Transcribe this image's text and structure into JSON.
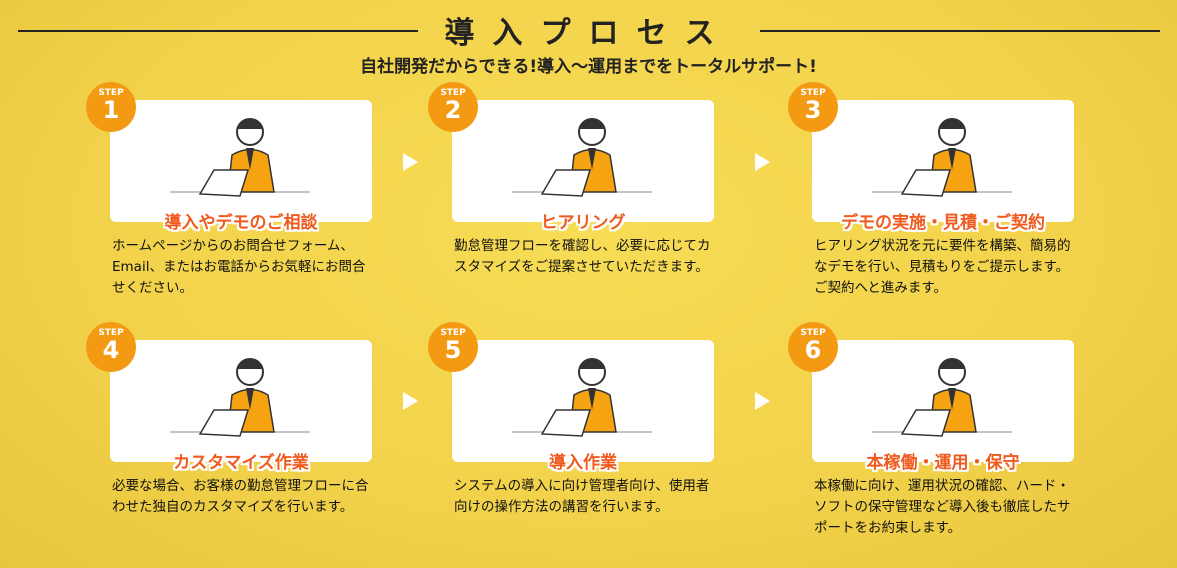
{
  "header": {
    "title": "導入プロセス",
    "subtitle": "自社開発だからできる!導入〜運用までをトータルサポート!"
  },
  "steps": [
    {
      "label": "STEP",
      "number": "1",
      "title": "導入やデモのご相談",
      "description": "ホームページからのお問合せフォーム、Email、またはお電話からお気軽にお問合せください。"
    },
    {
      "label": "STEP",
      "number": "2",
      "title": "ヒアリング",
      "description": "勤怠管理フローを確認し、必要に応じてカスタマイズをご提案させていただきます。"
    },
    {
      "label": "STEP",
      "number": "3",
      "title": "デモの実施・見積・ご契約",
      "description": "ヒアリング状況を元に要件を構築、簡易的なデモを行い、見積もりをご提示します。ご契約へと進みます。"
    },
    {
      "label": "STEP",
      "number": "4",
      "title": "カスタマイズ作業",
      "description": "必要な場合、お客様の勤怠管理フローに合わせた独自のカスタマイズを行います。"
    },
    {
      "label": "STEP",
      "number": "5",
      "title": "導入作業",
      "description": "システムの導入に向け管理者向け、使用者向けの操作方法の講習を行います。"
    },
    {
      "label": "STEP",
      "number": "6",
      "title": "本稼働・運用・保守",
      "description": "本稼働に向け、運用状況の確認、ハード・ソフトの保守管理など導入後も徹底したサポートをお約束します。"
    }
  ],
  "colors": {
    "accent": "#f05a1e",
    "badge": "#f39a12",
    "background": "#f2d24a"
  }
}
